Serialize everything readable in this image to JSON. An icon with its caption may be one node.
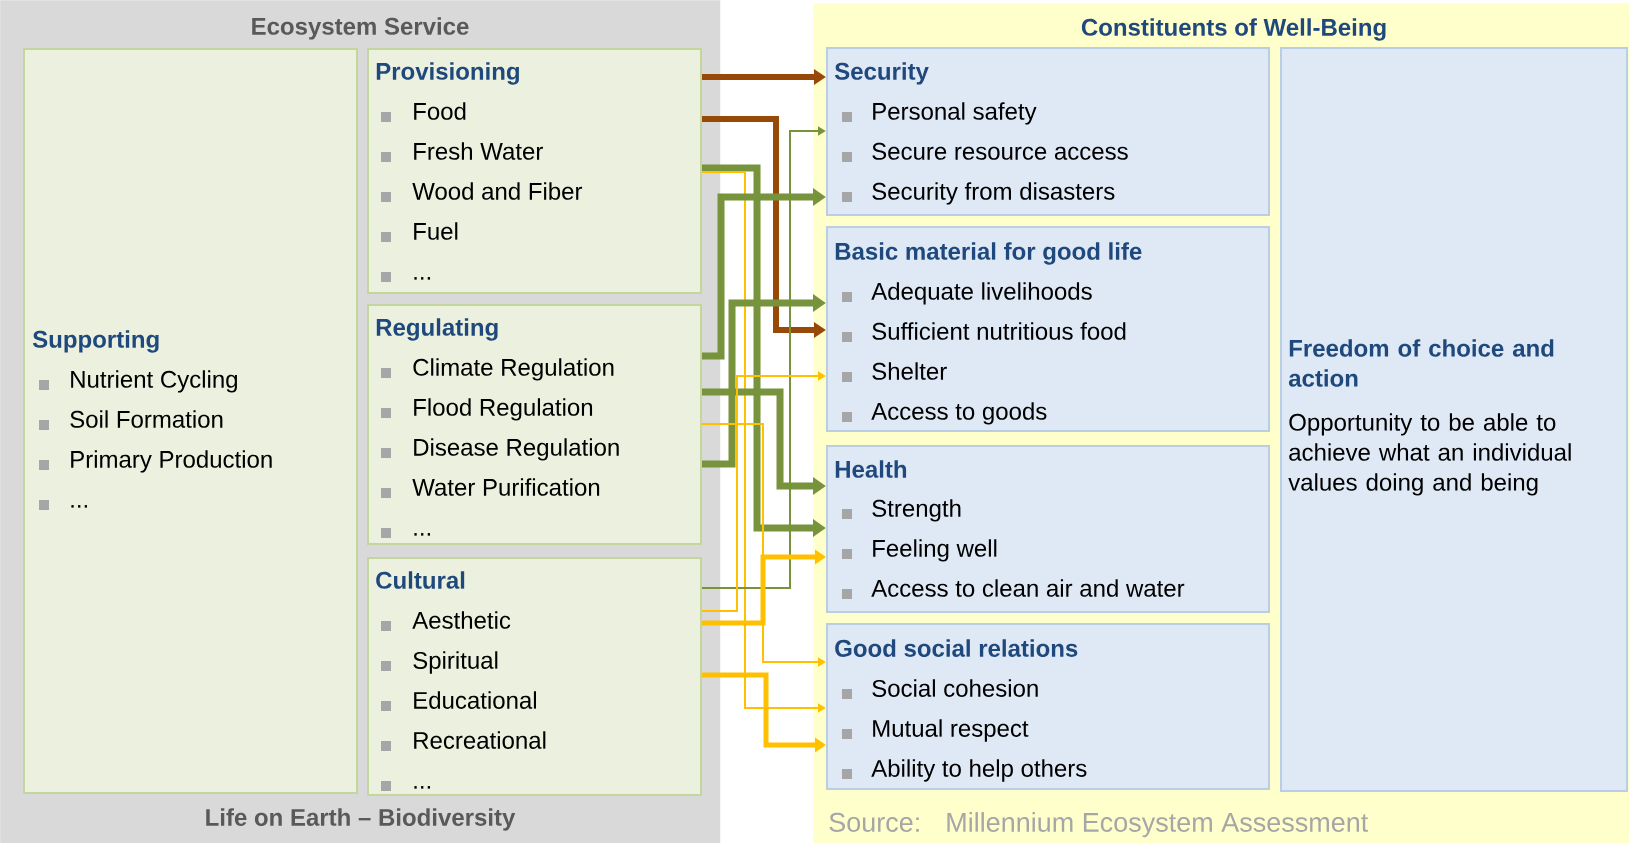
{
  "diagram": {
    "nodes": [
      {
        "text": [
          "Ecosystem Service",
          "Life on Earth – Biodiversity"
        ]
      },
      {
        "text": [
          "Supporting",
          "Nutrient Cycling",
          "Soil Formation",
          "Primary Production",
          "..."
        ],
        "in": 0
      },
      {
        "text": [
          "Provisioning",
          "Food",
          "Fresh Water",
          "Wood and Fiber",
          "Fuel",
          "..."
        ],
        "in": 0
      },
      {
        "text": [
          "Regulating",
          "Climate Regulation",
          "Flood Regulation",
          "Disease Regulation",
          "Water Purification",
          "..."
        ],
        "in": 0
      },
      {
        "text": [
          "Cultural",
          "Aesthetic",
          "Spiritual",
          "Educational",
          "Recreational",
          "..."
        ],
        "in": 0
      },
      {
        "text": [
          "Constituents of Well-Being"
        ]
      },
      {
        "text": [
          "Security",
          "Personal safety",
          "Secure resource access",
          "Security from disasters"
        ],
        "in": 5
      },
      {
        "text": [
          "Basic material for good life",
          "Adequate livelihoods",
          "Sufficient nutritious food",
          "Shelter",
          "Access to goods"
        ],
        "in": 5
      },
      {
        "text": [
          "Health",
          "Strength",
          "Feeling well",
          "Access to clean air and water"
        ],
        "in": 5
      },
      {
        "text": [
          "Good social relations",
          "Social cohesion",
          "Mutual respect",
          "Ability to help others"
        ],
        "in": 5
      },
      {
        "text": [
          "Freedom of choice and action",
          "Opportunity to be able to achieve what an individual values doing and being"
        ],
        "in": 5
      }
    ],
    "edges": [
      {
        "from": 2,
        "to": 6,
        "arrow": "to",
        "color": "#984807"
      },
      {
        "from": 2,
        "to": 7,
        "arrow": "to",
        "color": "#984807"
      },
      {
        "from": 2,
        "to": 8,
        "arrow": "to",
        "color": "#77933c"
      },
      {
        "from": 2,
        "to": 9,
        "arrow": "to",
        "color": "#ffc000"
      },
      {
        "from": 3,
        "to": 6,
        "arrow": "to",
        "color": "#77933c"
      },
      {
        "from": 3,
        "to": 8,
        "arrow": "to",
        "color": "#77933c"
      },
      {
        "from": 3,
        "to": 7,
        "arrow": "to",
        "color": "#77933c"
      },
      {
        "from": 3,
        "to": 9,
        "arrow": "to",
        "color": "#ffc000"
      },
      {
        "from": 4,
        "to": 6,
        "arrow": "to",
        "color": "#77933c"
      },
      {
        "from": 4,
        "to": 7,
        "arrow": "to",
        "color": "#ffc000"
      },
      {
        "from": 4,
        "to": 8,
        "arrow": "to",
        "color": "#ffc000"
      },
      {
        "from": 4,
        "to": 9,
        "arrow": "to",
        "color": "#ffc000"
      }
    ],
    "labels": [
      "Source:",
      "Millennium Ecosystem Assessment"
    ]
  }
}
